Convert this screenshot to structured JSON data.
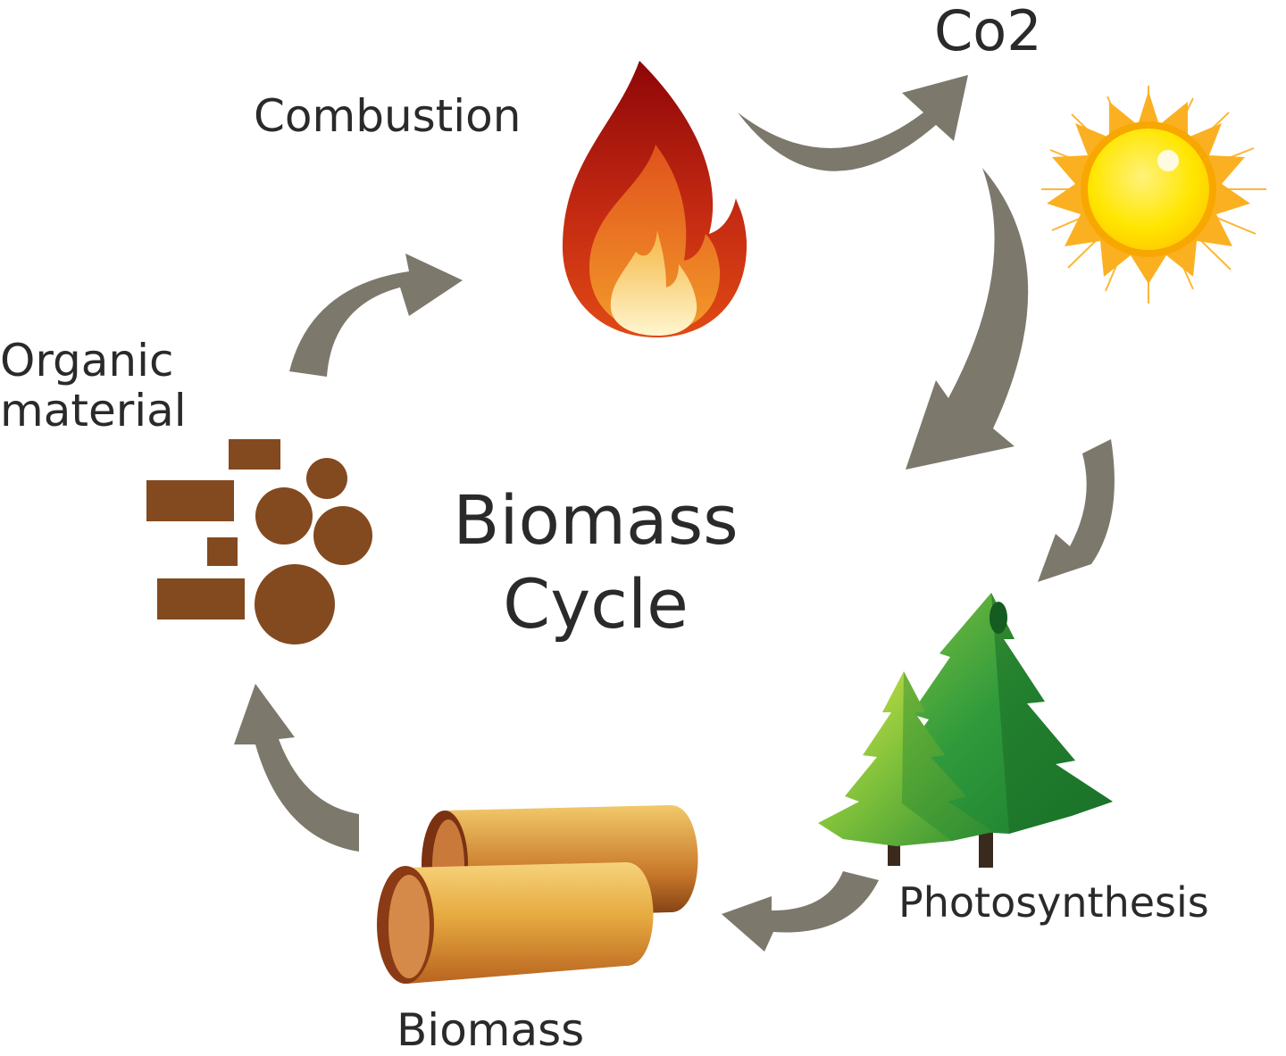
{
  "title": {
    "line1": "Biomass",
    "line2": "Cycle"
  },
  "stages": {
    "combustion": "Combustion",
    "co2": "Co2",
    "photosynthesis": "Photosynthesis",
    "biomass": "Biomass",
    "organic_line1": "Organic",
    "organic_line2": "material"
  },
  "colors": {
    "arrow": "#7d786c",
    "organic_material": "#83491f",
    "flame_outer": "#9c0f0a",
    "flame_mid": "#e0521c",
    "flame_inner": "#f6c24a",
    "sun_core": "#ffe600",
    "sun_rays": "#fbb021",
    "tree_dark": "#1f8a34",
    "tree_light": "#8cc63f",
    "log_gold": "#e6a93f"
  },
  "icons": [
    "flame-icon",
    "sun-icon",
    "trees-icon",
    "logs-icon",
    "organic-material-icon"
  ]
}
